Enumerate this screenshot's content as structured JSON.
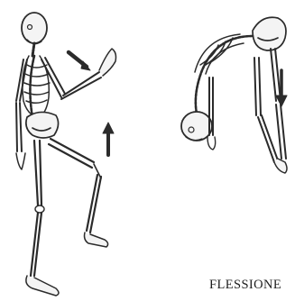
{
  "caption": "FLESSIONE",
  "colors": {
    "background": "#ffffff",
    "ink": "#2b2b2b",
    "bone_fill": "#f4f4f4"
  },
  "figures": [
    {
      "name": "skeleton-standing-knee-raise-figure",
      "arrows": [
        "arrow-down-right",
        "arrow-up"
      ]
    },
    {
      "name": "skeleton-forward-bend-figure",
      "arrows": [
        "arrow-down"
      ]
    }
  ]
}
